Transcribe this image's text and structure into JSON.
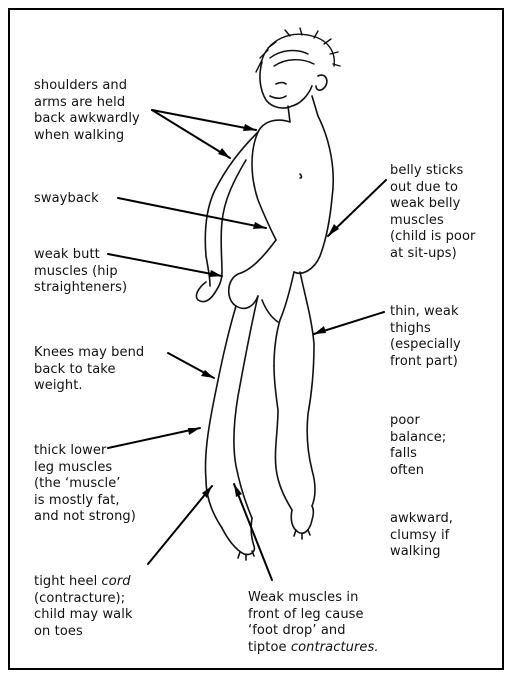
{
  "labels": {
    "shoulders": "shoulders and\narms are held\nback awkwardly\nwhen walking",
    "swayback": "swayback",
    "butt": "weak butt\nmuscles (hip\nstraighteners)",
    "knees": "Knees may bend\nback to take\nweight.",
    "lower_leg": "thick lower\nleg muscles\n(the ‘muscle’\nis mostly fat,\nand not strong)",
    "heel_pre": "tight heel ",
    "heel_em": "cord",
    "heel_post": "\n(contracture);\nchild may walk\non toes",
    "front_pre": "Weak muscles in\nfront of leg cause\n‘foot drop’ and\ntiptoe ",
    "front_em": "contractures.",
    "belly": "belly sticks\nout due to\nweak belly\nmuscles\n(child is poor\nat sit-ups)",
    "thighs": "thin, weak\nthighs\n(especially\nfront part)",
    "balance": "poor\nbalance;\nfalls\noften",
    "awkward": "awkward,\nclumsy if\nwalking"
  }
}
